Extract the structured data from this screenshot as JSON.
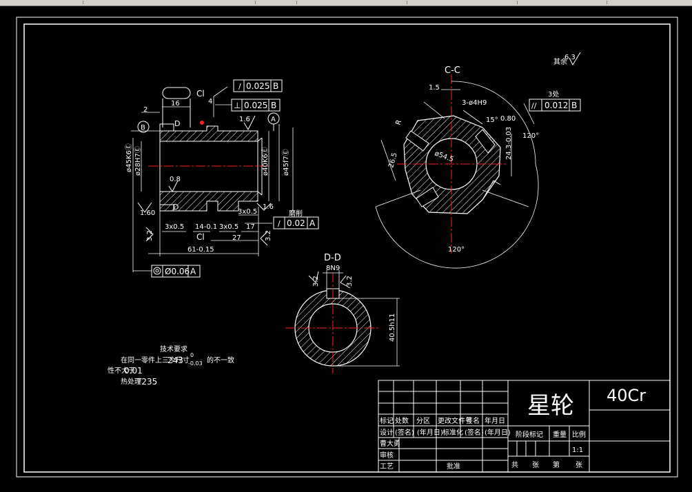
{
  "drawing": {
    "title_cn": "星轮",
    "material": "40Cr",
    "section_cc": "C-C",
    "section_dd": "D-D",
    "roughness_other": "其余",
    "roughness_other_val": "6.3"
  },
  "left_view": {
    "tol_runout_top": "0.025",
    "tol_perp": "0.025",
    "datum_b": "B",
    "datum_a": "A",
    "tol_runout_bottom": "0.02",
    "tol_concentric": "Ø0.06",
    "dim_2": "2",
    "dim_16": "16",
    "dim_4": "4",
    "label_c": "Cl",
    "label_d": "D",
    "dia_45k6": "ø45K6Ⓔ",
    "dia_28h7": "ø28H7Ⓔ",
    "dia_40k6": "ø40K6Ⓔ",
    "dia_45f7": "ø45f7Ⓔ",
    "rough_16": "1.6",
    "rough_08": "0.8",
    "rough_160": "1.60",
    "rough_32a": "3.2",
    "rough_32b": "3.2",
    "chamfer_3x05a": "3x0.5",
    "chamfer_3x05b": "3x0.5",
    "chamfer_3x05c": "3x0.5",
    "dim_14": "14-0.1",
    "dim_17": "17",
    "dim_27": "27",
    "dim_total": "61-0.15",
    "note_grind": "磨削"
  },
  "right_view": {
    "dim_15": "1.5",
    "dim_holes": "3-ø4H9",
    "dim_15deg": "15°",
    "dim_080": "0.80",
    "dim_120a": "120°",
    "dim_120b": "120°",
    "dim_3pos": "3处",
    "tol_parallel": "0.012",
    "dim_243": "24.3-0.03",
    "dim_265": "26.5",
    "dim_dia": "ø54.5",
    "dim_r": "R",
    "datum_b": "B"
  },
  "dd_view": {
    "key_width": "8N9",
    "rough_32a": "3.2",
    "rough_32b": "3.2",
    "height": "40.5h11"
  },
  "notes": {
    "heading": "技术要求",
    "line1_pre": "在同一零件上三个尺寸",
    "line1_val": "243",
    "line1_sup": "0",
    "line1_sub": "-0.03",
    "line1_post": "的不一致",
    "line2_pre": "性不大于",
    "line2_val": "0.01",
    "line3_pre": "热处理",
    "line3_val": "T235"
  },
  "title_block": {
    "c_mark": "标记",
    "c_count": "处数",
    "c_zone": "分区",
    "c_docno": "更改文件号",
    "c_sign": "签名",
    "c_date": "年月日",
    "c_design": "设计",
    "c_sign2": "(签名)",
    "c_date2": "(年月日)",
    "c_std": "标准化",
    "c_sign3": "(签名)",
    "c_date3": "(年月日)",
    "c_stage": "阶段标记",
    "c_weight": "重量",
    "c_scale": "比例",
    "c_check": "审核",
    "c_process": "工艺",
    "c_approve": "批准",
    "c_total": "共",
    "c_sheet": "张",
    "c_no": "第",
    "c_sheet2": "张",
    "c_drawer": "曹大勇",
    "scale": "1:1"
  },
  "colors": {
    "line": "#ffffff",
    "center": "#ff2020",
    "bg": "#000000"
  }
}
